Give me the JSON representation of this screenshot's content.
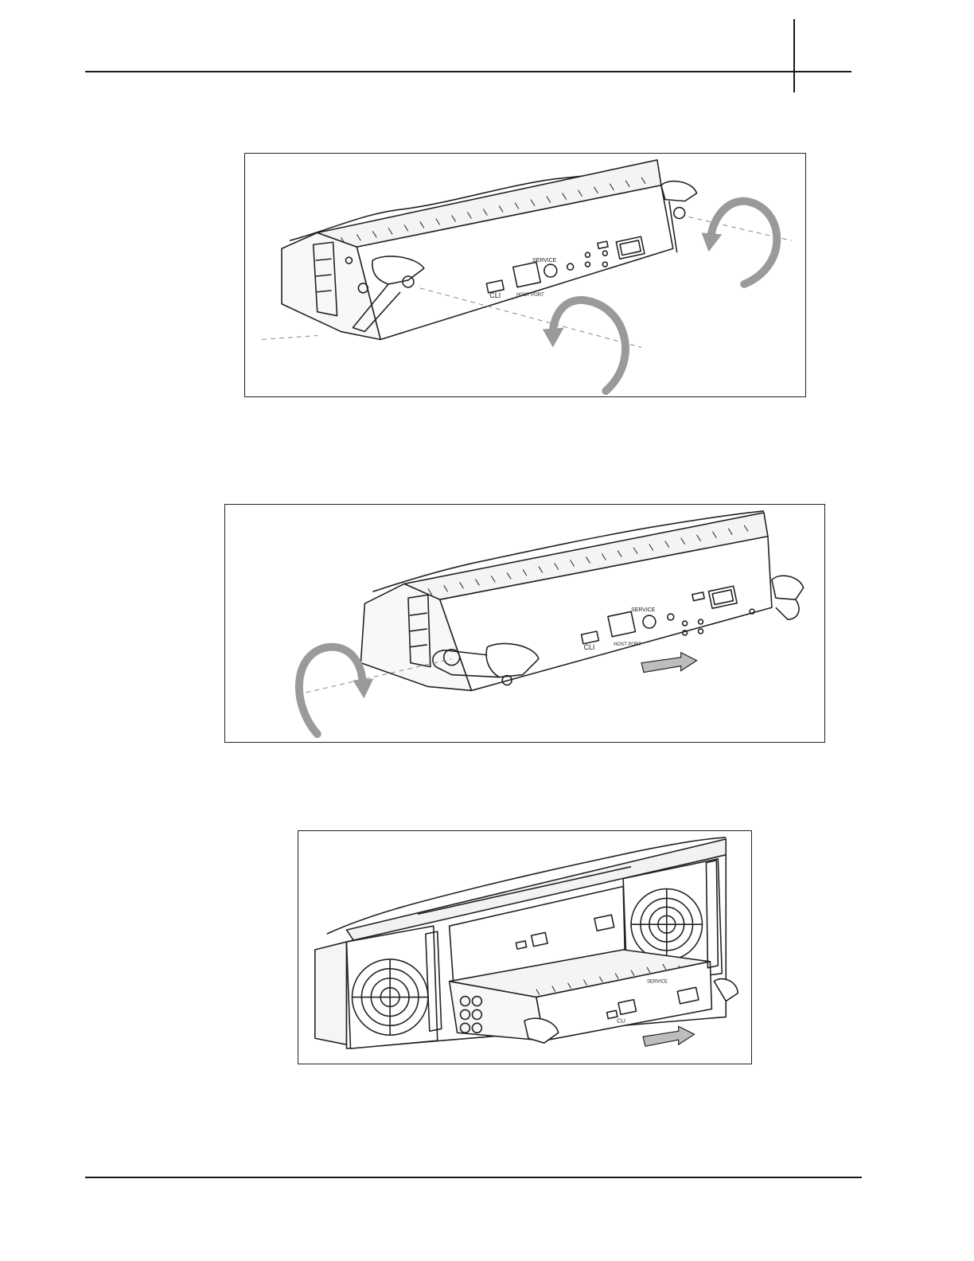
{
  "figures": [
    {
      "labels": {
        "cli": "CLI",
        "service": "SERVICE",
        "host_port": "HOST PORT"
      }
    },
    {
      "labels": {
        "cli": "CLI",
        "service": "SERVICE",
        "host_port": "HOST PORT"
      }
    },
    {
      "labels": {
        "cli": "CLI",
        "service": "SERVICE"
      }
    }
  ],
  "icons": {
    "rotate_arrow": "curved-rotate-arrow-icon",
    "slide_arrow": "slide-out-arrow-icon",
    "fan": "fan-grille-icon"
  }
}
